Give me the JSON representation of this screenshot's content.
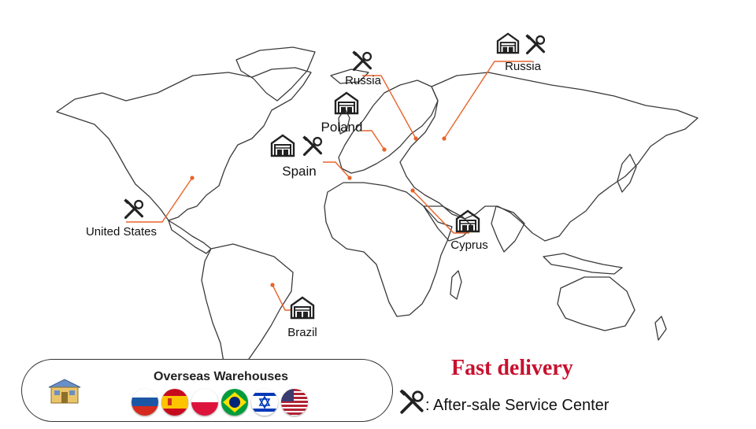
{
  "map_labels": {
    "russia_west": "Russia",
    "russia_east": "Russia",
    "poland": "Poland",
    "spain": "Spain",
    "united_states": "United States",
    "cyprus": "Cyprus",
    "brazil": "Brazil"
  },
  "legend": {
    "title": "Overseas Warehouses",
    "flags": [
      "russia-flag",
      "spain-flag",
      "poland-flag",
      "brazil-flag",
      "israel-flag",
      "usa-flag"
    ]
  },
  "headline": "Fast delivery",
  "service_legend": ": After-sale Service Center",
  "colors": {
    "accent": "#e8632a",
    "headline": "#c8102e",
    "outline": "#333333"
  }
}
